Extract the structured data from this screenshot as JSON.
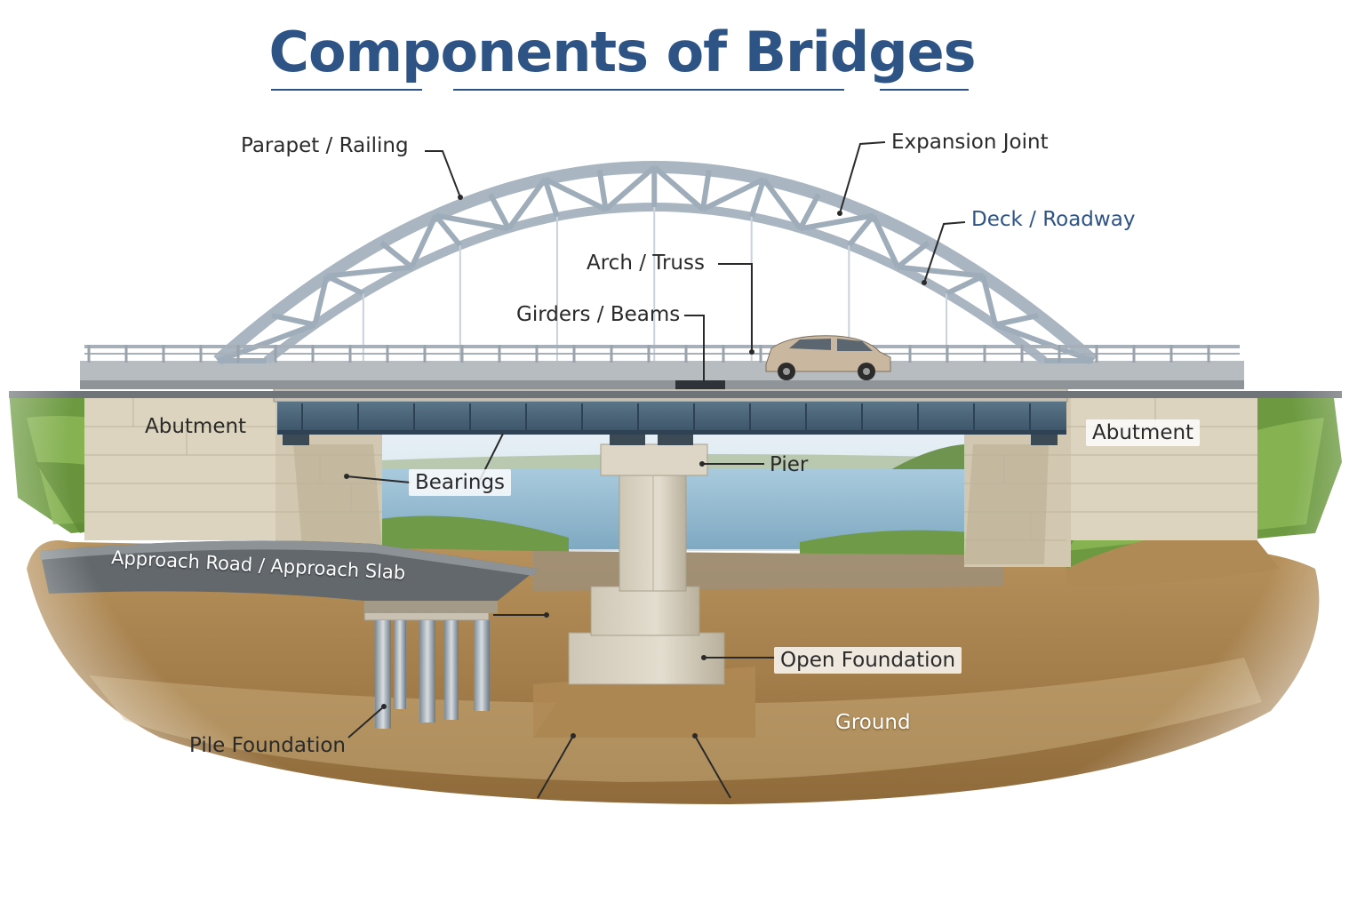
{
  "title": "Components of Bridges",
  "labels": {
    "parapet": "Parapet / Railing",
    "expansion_joint": "Expansion Joint",
    "deck": "Deck / Roadway",
    "arch": "Arch / Truss",
    "girders": "Girders / Beams",
    "abutment_left": "Abutment",
    "abutment_right": "Abutment",
    "bearings": "Bearings",
    "pier": "Pier",
    "approach": "Approach Road / Approach Slab",
    "open_foundation": "Open Foundation",
    "ground": "Ground",
    "pile_foundation": "Pile Foundation"
  },
  "colors": {
    "title": "#2e5486",
    "steel": "#a9b6c2",
    "concrete": "#d8d1c1",
    "stone": "#ddd4bf",
    "girder": "#4a6478",
    "water": "#9fc3d6",
    "soil": "#b08a55",
    "grass": "#7aa84a",
    "road": "#5f6468",
    "car": "#c9b89f"
  }
}
